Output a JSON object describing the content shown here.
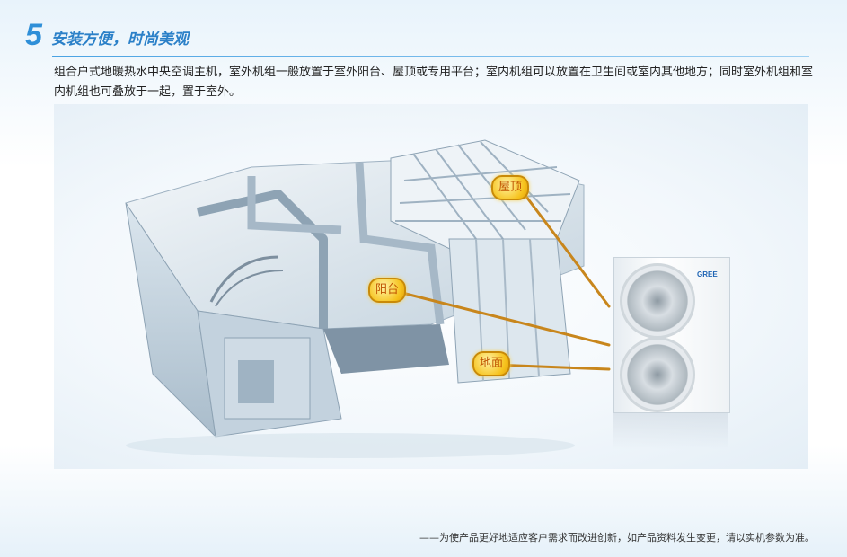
{
  "section": {
    "number": "5",
    "title": "安装方便，时尚美观"
  },
  "description": "组合户式地暖热水中央空调主机，室外机组一般放置于室外阳台、屋顶或专用平台；室内机组可以放置在卫生间或室内其他地方；同时室外机组和室内机组也可叠放于一起，置于室外。",
  "illustration": {
    "labels": {
      "roof": "屋顶",
      "balcony": "阳台",
      "ground": "地面"
    },
    "unit_brand": "GREE"
  },
  "footer_note": "——为使产品更好地适应客户需求而改进创新，如产品资料发生变更，请以实机参数为准。",
  "colors": {
    "accent": "#2f8fd8",
    "leader_line": "#c8861c",
    "tag_fill": "#f6c21c"
  }
}
